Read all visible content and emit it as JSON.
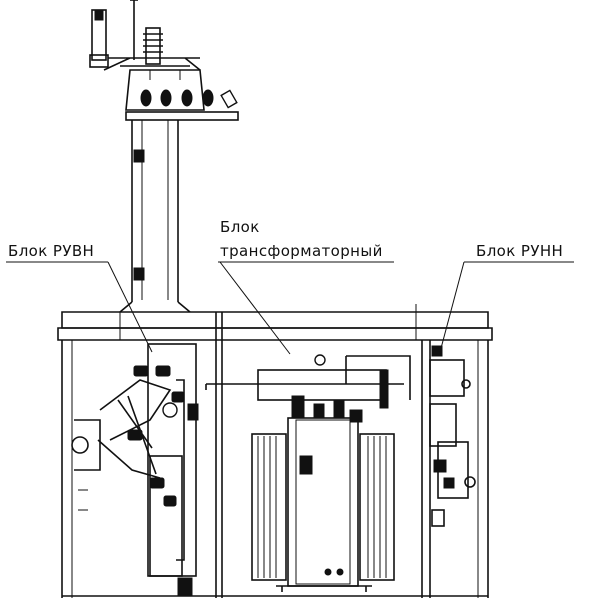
{
  "labels": {
    "ruvn": "Блок РУВН",
    "transformer_line1": "Блок",
    "transformer_line2": "трансформаторный",
    "runn": "Блок РУНН"
  },
  "colors": {
    "ink": "#111111",
    "paper": "#ffffff"
  }
}
